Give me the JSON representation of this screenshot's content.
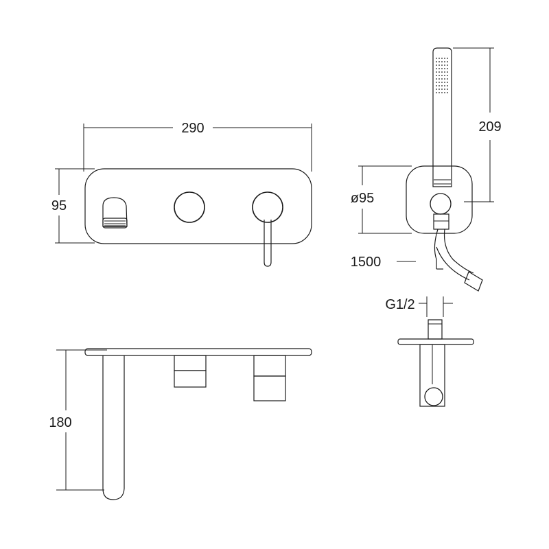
{
  "dimensions": {
    "width_plate": "290",
    "height_plate": "95",
    "handshower_length": "209",
    "holder_diameter": "ø95",
    "hose_length": "1500",
    "connection_thread": "G1/2",
    "spout_projection": "180"
  }
}
